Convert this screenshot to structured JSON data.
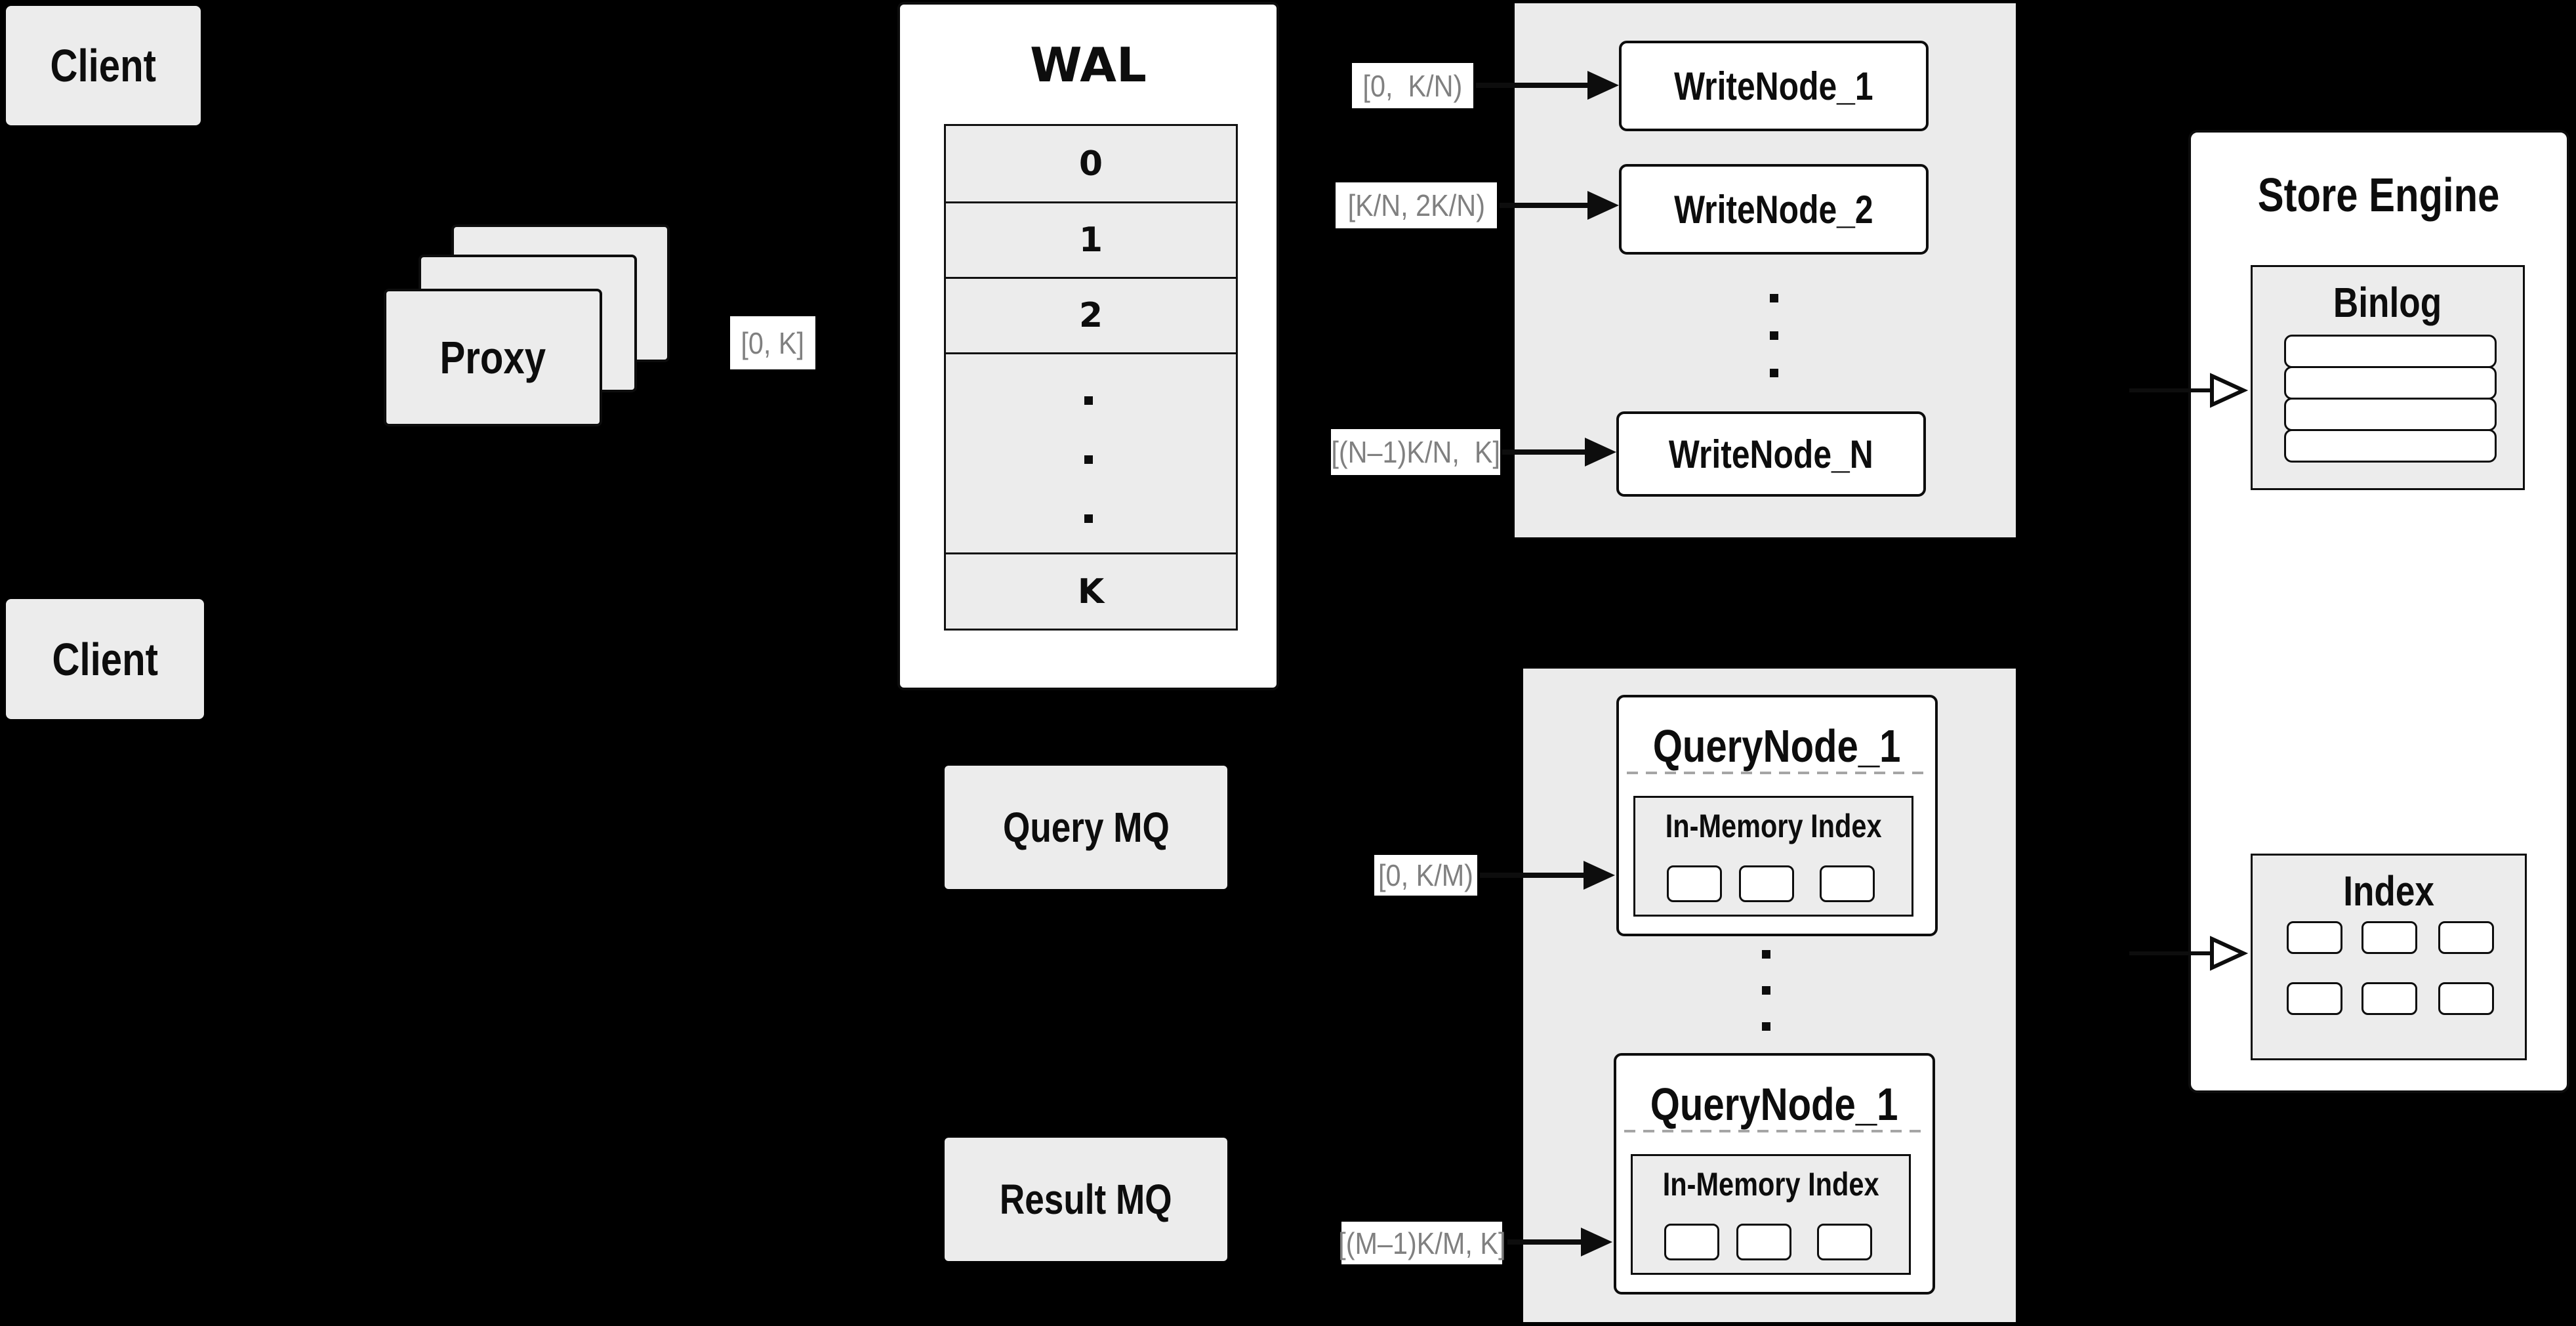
{
  "diagram": {
    "client_top": "Client",
    "client_bottom": "Client",
    "proxy": "Proxy",
    "wal": {
      "title": "WAL",
      "row_0": "0",
      "row_1": "1",
      "row_2": "2",
      "row_k": "K"
    },
    "range_labels": {
      "proxy_out": "[0, K]",
      "write_1": "[0,  K/N)",
      "write_2": "[K/N, 2K/N)",
      "write_n": "[(N–1)K/N,  K]",
      "query_1": "[0, K/M)",
      "query_m": "[(M–1)K/M, K]"
    },
    "write_nodes": {
      "n1": "WriteNode_1",
      "n2": "WriteNode_2",
      "nn": "WriteNode_N"
    },
    "mq": {
      "query": "Query MQ",
      "result": "Result MQ"
    },
    "query_nodes": {
      "top": {
        "title": "QueryNode_1",
        "inner": "In-Memory Index"
      },
      "bottom": {
        "title": "QueryNode_1",
        "inner": "In-Memory Index"
      }
    },
    "store": {
      "title": "Store Engine",
      "binlog": "Binlog",
      "index": "Index"
    }
  },
  "colors": {
    "background": "#000000",
    "box_gray": "#ececec",
    "container_gray": "#ebebeb",
    "white": "#ffffff",
    "border_black": "#0d0d0d",
    "range_label_text": "#808080",
    "dashed_separator": "#a5a5a5"
  }
}
